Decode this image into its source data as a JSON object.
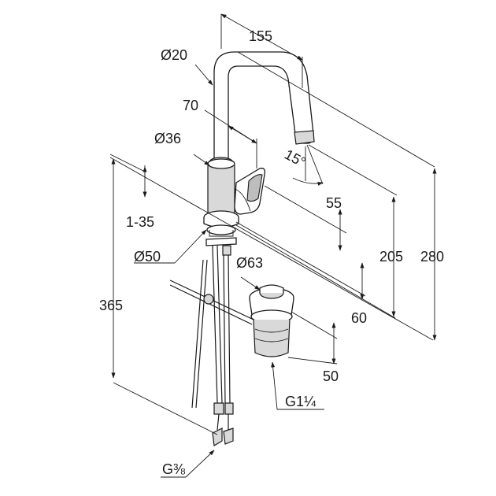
{
  "diagram": {
    "dimensions": {
      "spout_reach": "155",
      "spout_diameter": "Ø20",
      "lever_offset": "70",
      "body_diameter": "Ø36",
      "spout_angle": "15°",
      "lever_height": "55",
      "deck_thickness": "1-35",
      "base_diameter": "Ø50",
      "outlet_height": "205",
      "total_height": "280",
      "hose_length": "365",
      "waste_diameter": "Ø63",
      "base_height": "60",
      "waste_height": "50",
      "waste_thread": "G1¼",
      "hose_thread": "G⅜"
    }
  }
}
